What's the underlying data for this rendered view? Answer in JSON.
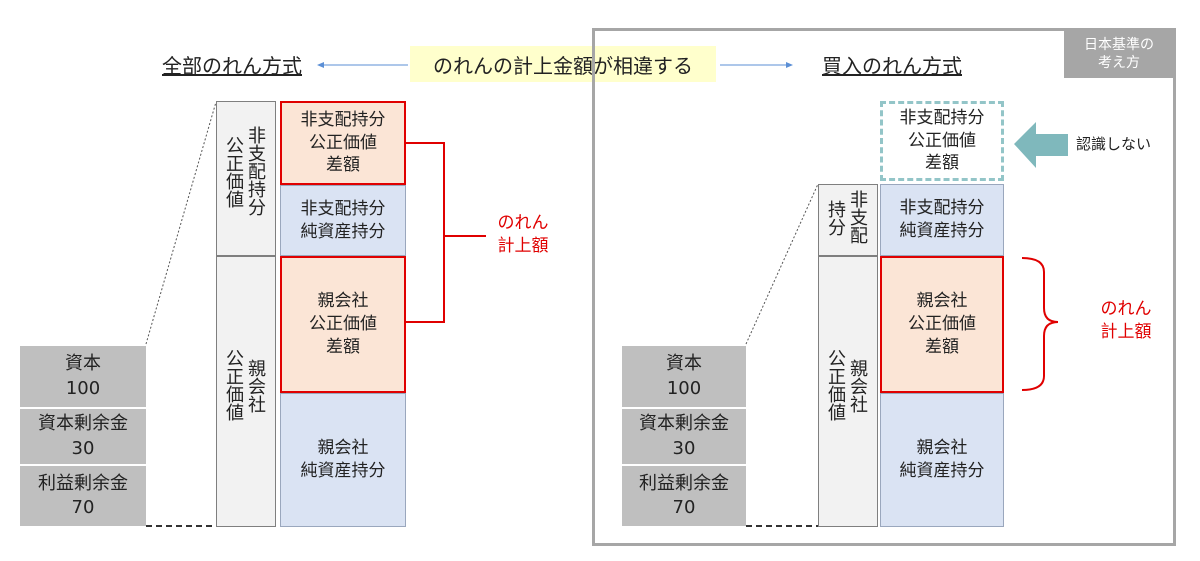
{
  "header": {
    "left_title": "全部のれん方式",
    "right_title": "買入のれん方式",
    "center_label": "のれんの計上金額が相違する",
    "badge_line1": "日本基準の",
    "badge_line2": "考え方"
  },
  "left": {
    "equity": [
      {
        "label": "資本",
        "value": "100"
      },
      {
        "label": "資本剰余金",
        "value": "30"
      },
      {
        "label": "利益剰余金",
        "value": "70"
      }
    ],
    "col_top": {
      "a": "公正価値",
      "b": "非支配持分"
    },
    "col_bottom": {
      "a": "公正価値",
      "b": "親会社"
    },
    "cells": {
      "nci_diff": [
        "非支配持分",
        "公正価値",
        "差額"
      ],
      "nci_net": [
        "非支配持分",
        "純資産持分"
      ],
      "parent_diff": [
        "親会社",
        "公正価値",
        "差額"
      ],
      "parent_net": [
        "親会社",
        "純資産持分"
      ]
    },
    "goodwill": [
      "のれん",
      "計上額"
    ]
  },
  "right": {
    "equity": [
      {
        "label": "資本",
        "value": "100"
      },
      {
        "label": "資本剰余金",
        "value": "30"
      },
      {
        "label": "利益剰余金",
        "value": "70"
      }
    ],
    "col_top": {
      "a": "持分",
      "b": "非支配"
    },
    "col_bottom": {
      "a": "公正価値",
      "b": "親会社"
    },
    "cells": {
      "nci_diff": [
        "非支配持分",
        "公正価値",
        "差額"
      ],
      "nci_net": [
        "非支配持分",
        "純資産持分"
      ],
      "parent_diff": [
        "親会社",
        "公正価値",
        "差額"
      ],
      "parent_net": [
        "親会社",
        "純資産持分"
      ]
    },
    "not_recognized": "認識しない",
    "goodwill": [
      "のれん",
      "計上額"
    ]
  },
  "colors": {
    "red": "#e00000",
    "peach": "#fbe5d6",
    "blue": "#dae3f3",
    "gray": "#bfbfbf",
    "teal": "#7fb8bc",
    "yellow": "#ffffcc"
  }
}
